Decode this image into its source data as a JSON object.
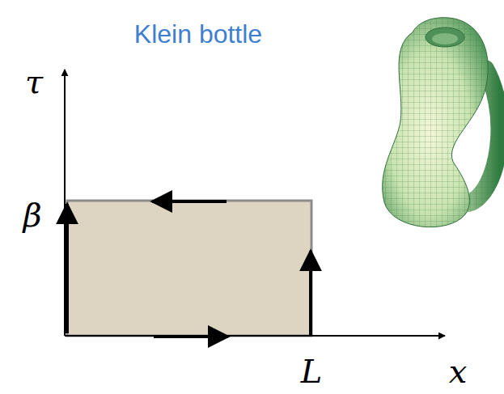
{
  "diagram": {
    "title": "Klein bottle",
    "labels": [
      "τ",
      "β",
      "L",
      "x"
    ]
  }
}
